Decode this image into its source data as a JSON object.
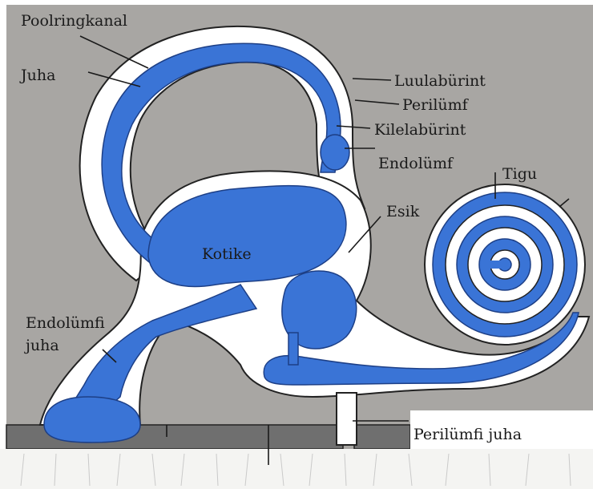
{
  "diagram": {
    "colors": {
      "background": "#a8a6a3",
      "endolymph": "#3a74d6",
      "perilymph": "#ffffff",
      "bone_floor": "#6f6f6f"
    },
    "labels": {
      "poolringkanal": "Poolringkanal",
      "juha": "Juha",
      "luulaburint": "Luulabürint",
      "perilumf": "Perilümf",
      "kilelaburint": "Kilelabürint",
      "endolumf": "Endolümf",
      "tigu": "Tigu",
      "esik": "Esik",
      "kotike": "Kotike",
      "endolumfi_juha_line1": "Endolümfi",
      "endolumfi_juha_line2": "juha",
      "perilumfi_juha": "Perilümfi juha"
    }
  }
}
